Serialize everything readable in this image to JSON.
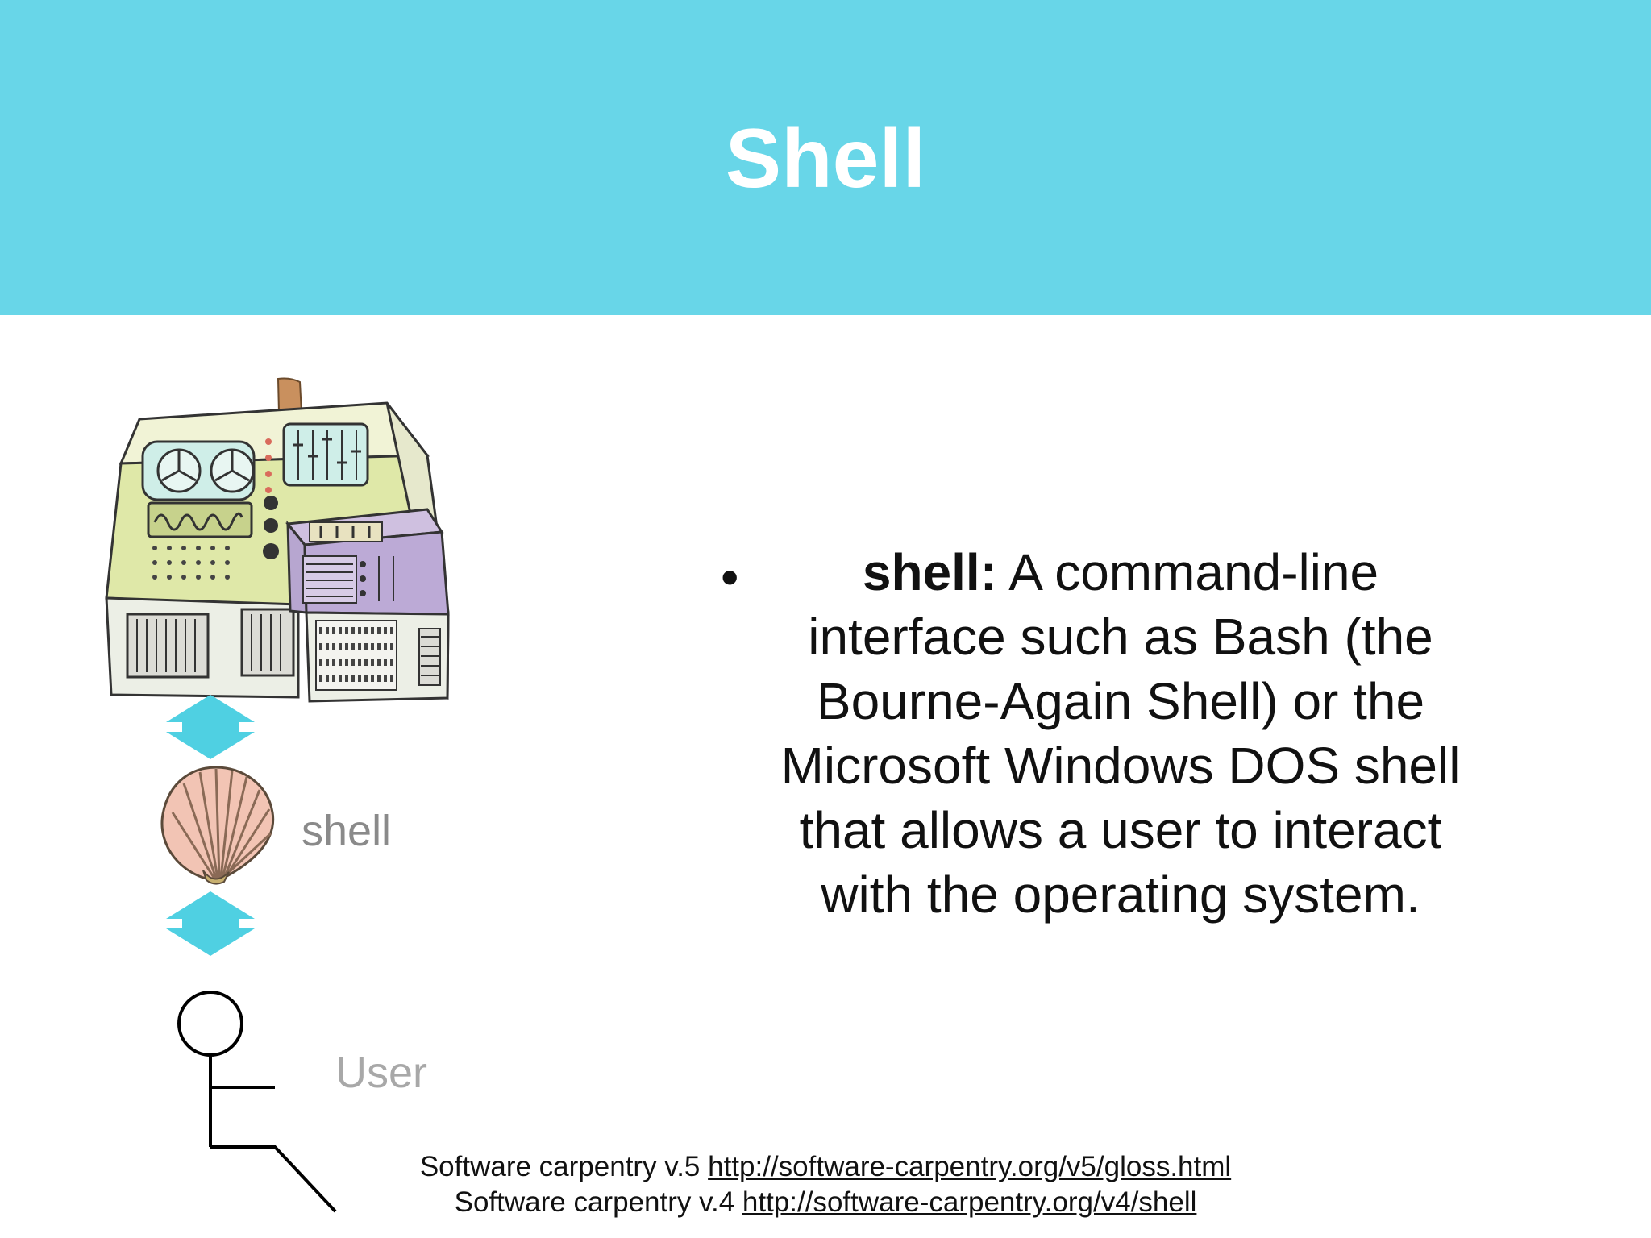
{
  "slide": {
    "title": "Shell",
    "colors": {
      "header_bg": "#68d6e8",
      "arrow": "#4fd0e2",
      "shell_accent": "#f2c4b4"
    }
  },
  "diagram": {
    "shell_label": "shell",
    "user_label": "User",
    "icons": [
      "computer-icon",
      "double-arrow-icon",
      "seashell-icon",
      "stick-figure-icon"
    ]
  },
  "definition": {
    "term": "shell:",
    "text": " A command-line interface such as Bash (the Bourne-Again Shell) or the Microsoft Windows DOS shell that allows a user to interact with the operating system."
  },
  "references": [
    {
      "prefix": "Software carpentry v.5 ",
      "link": "http://software-carpentry.org/v5/gloss.html"
    },
    {
      "prefix": "Software carpentry v.4 ",
      "link": "http://software-carpentry.org/v4/shell"
    }
  ]
}
